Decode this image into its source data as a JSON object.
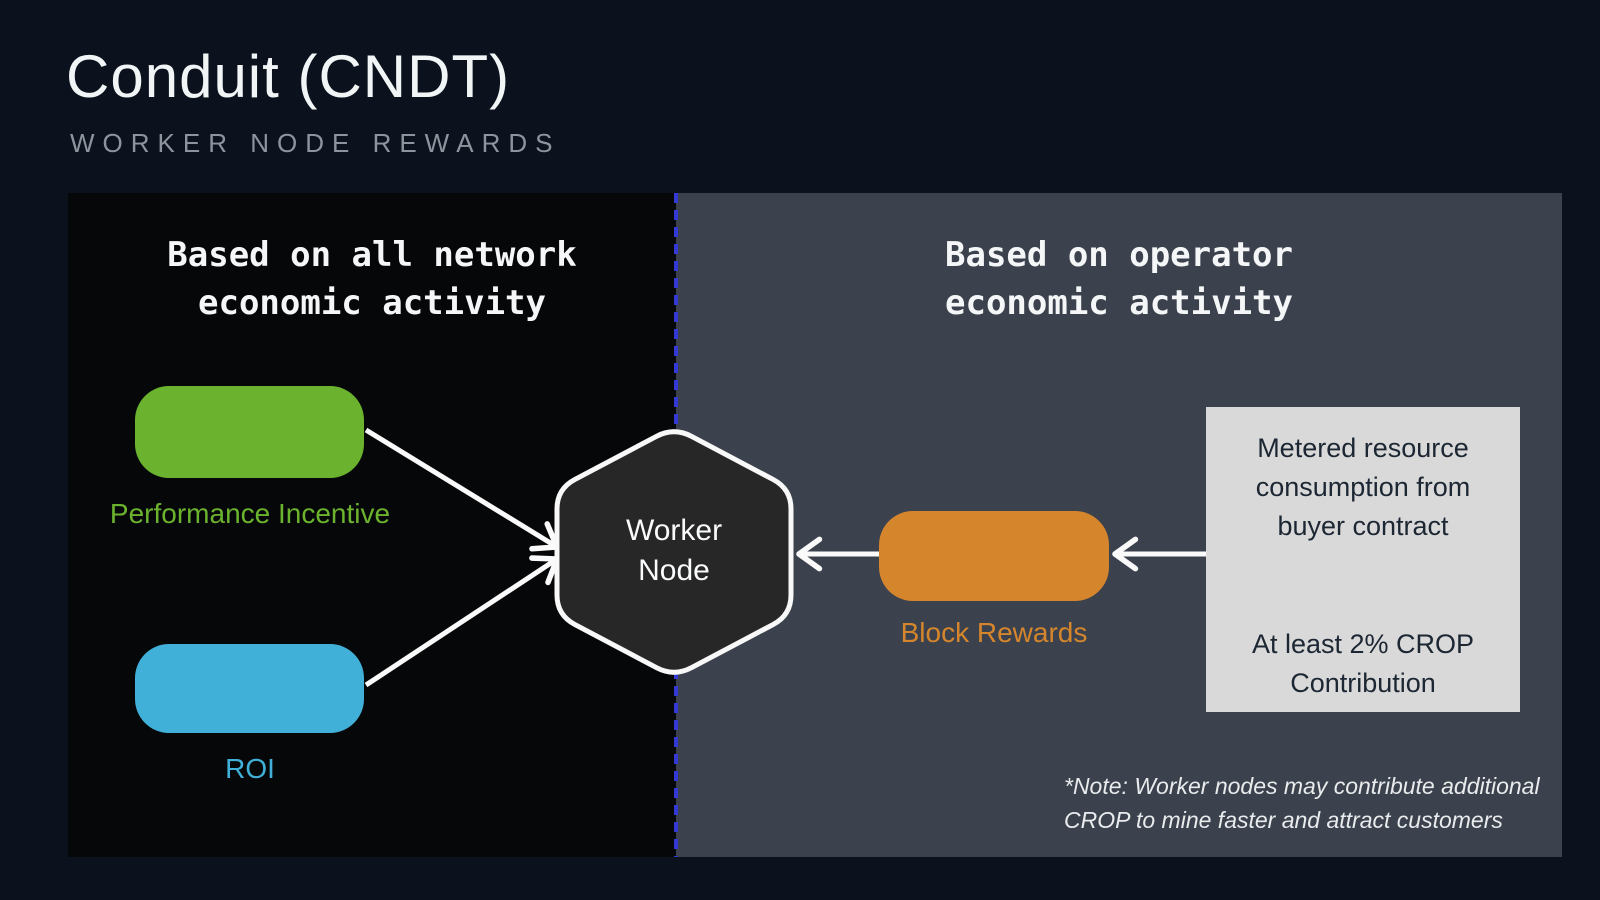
{
  "page": {
    "title": "Conduit (CNDT)",
    "subtitle": "WORKER NODE REWARDS"
  },
  "left_section": {
    "heading": "Based on all network\neconomic activity",
    "nodes": [
      {
        "label": "Performance Incentive",
        "color": "#6bb32e"
      },
      {
        "label": "ROI",
        "color": "#41b0d8"
      }
    ]
  },
  "center": {
    "hexagon_label": "Worker\nNode"
  },
  "right_section": {
    "heading": "Based on operator\neconomic activity",
    "node": {
      "label": "Block Rewards",
      "color": "#d5862c"
    },
    "info_box": {
      "text_top": "Metered resource\nconsumption from\nbuyer contract",
      "text_bottom": "At least 2% CROP\nContribution"
    },
    "note": "*Note:  Worker nodes may contribute additional\nCROP to mine faster and attract customers"
  },
  "colors": {
    "page_background": "#0b121d",
    "left_panel": "#050709",
    "right_panel": "#3b424d",
    "divider_blue": "#3439d6",
    "green": "#6bb32e",
    "blue": "#41b0d8",
    "orange": "#d5862c",
    "hexagon_fill": "#272727",
    "info_box_background": "#d9d9d9",
    "info_box_text": "#1c2733",
    "arrow_white": "#fafafa"
  }
}
